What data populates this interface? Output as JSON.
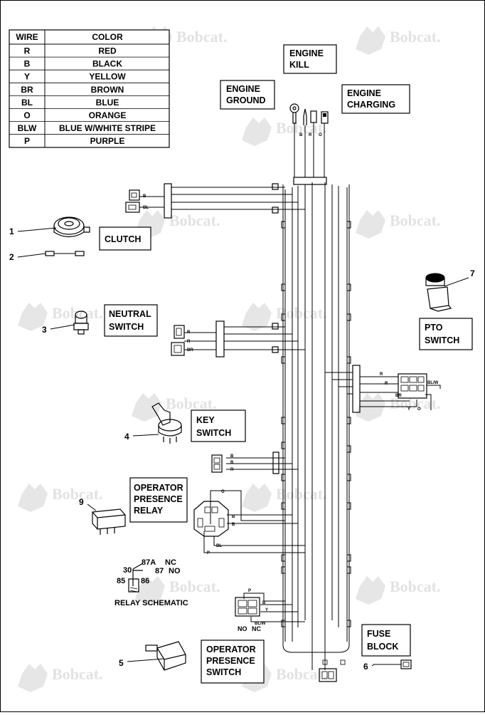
{
  "watermark": "Bobcat.",
  "legend": {
    "header": {
      "wire": "WIRE",
      "color": "COLOR"
    },
    "rows": [
      {
        "code": "R",
        "color": "RED"
      },
      {
        "code": "B",
        "color": "BLACK"
      },
      {
        "code": "Y",
        "color": "YELLOW"
      },
      {
        "code": "BR",
        "color": "BROWN"
      },
      {
        "code": "BL",
        "color": "BLUE"
      },
      {
        "code": "O",
        "color": "ORANGE"
      },
      {
        "code": "BLW",
        "color": "BLUE W/WHITE STRIPE"
      },
      {
        "code": "P",
        "color": "PURPLE"
      }
    ]
  },
  "labels": {
    "engine_kill": [
      "ENGINE",
      "KILL"
    ],
    "engine_ground": [
      "ENGINE",
      "GROUND"
    ],
    "engine_charging": [
      "ENGINE",
      "CHARGING"
    ],
    "clutch": [
      "CLUTCH"
    ],
    "neutral_switch": [
      "NEUTRAL",
      "SWITCH"
    ],
    "pto_switch": [
      "PTO",
      "SWITCH"
    ],
    "key_switch": [
      "KEY",
      "SWITCH"
    ],
    "operator_presence_relay": [
      "OPERATOR",
      "PRESENCE",
      "RELAY"
    ],
    "fuse_block": [
      "FUSE",
      "BLOCK"
    ],
    "operator_presence_switch": [
      "OPERATOR",
      "PRESENCE",
      "SWITCH"
    ]
  },
  "callouts": [
    "1",
    "2",
    "3",
    "4",
    "5",
    "6",
    "7",
    "9"
  ],
  "relay_schematic": {
    "pin_87a": "87A",
    "pin_87a_state": "NC",
    "pin_87": "87",
    "pin_87_state": "NO",
    "pin_30": "30",
    "pin_85": "85",
    "pin_86": "86",
    "caption": "RELAY SCHEMATIC"
  },
  "switch_states": {
    "no": "NO",
    "nc": "NC"
  },
  "wire_tags": {
    "b": "B",
    "bl": "BL",
    "r": "R",
    "br": "BR",
    "o": "O",
    "p": "P",
    "y": "Y",
    "blw": "BL/W"
  }
}
